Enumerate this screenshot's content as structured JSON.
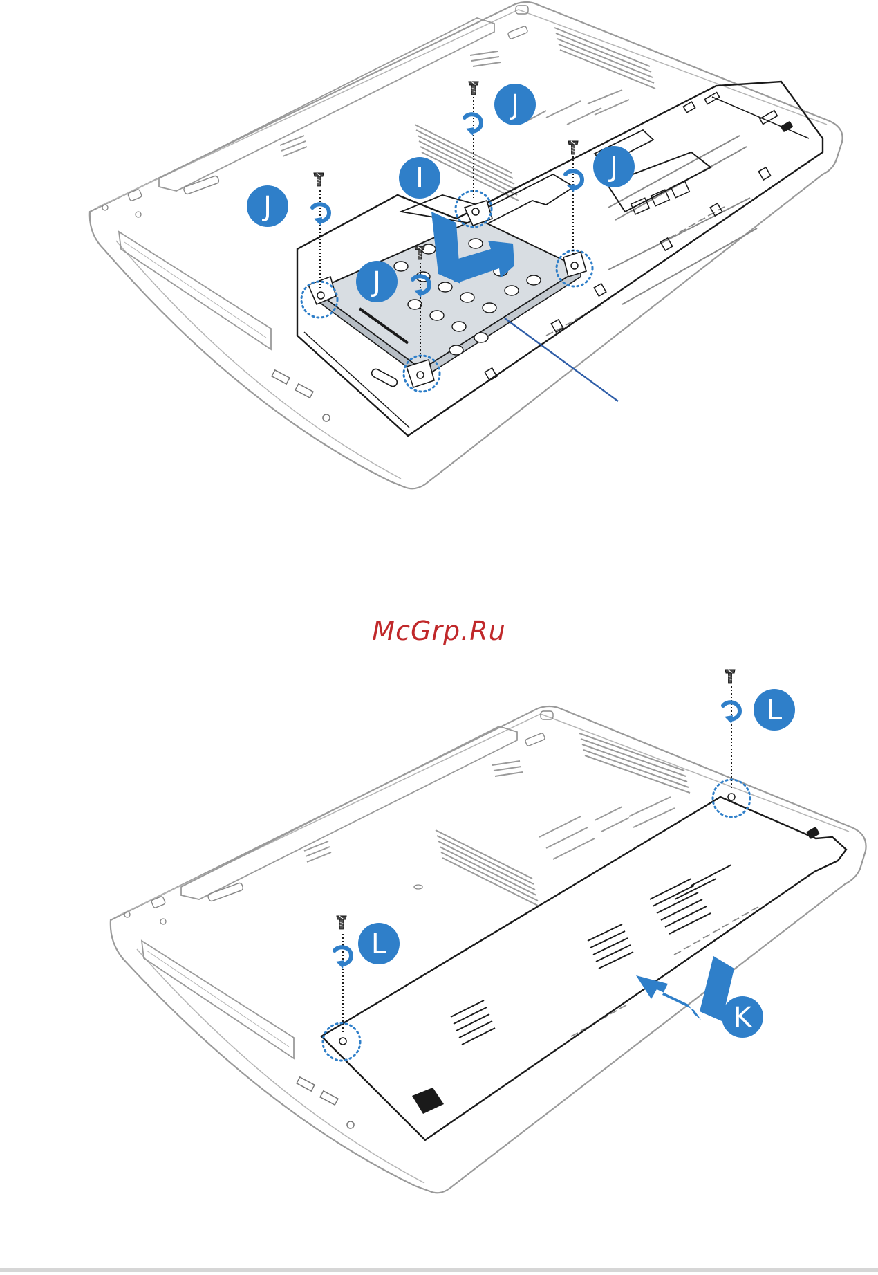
{
  "watermark": {
    "text": "McGrp.Ru",
    "color": "#c0282a"
  },
  "colors": {
    "accent": "#2f7fc9",
    "outline": "#1a1a1a",
    "light_outline": "#9a9a9a",
    "hdd_fill": "#d8dde2"
  },
  "step_labels": {
    "I": "I",
    "J": "J",
    "K": "K",
    "L": "L"
  },
  "icons": [
    "screw-icon",
    "rotate-arrow-icon",
    "slide-arrow-icon",
    "callout-circle"
  ]
}
